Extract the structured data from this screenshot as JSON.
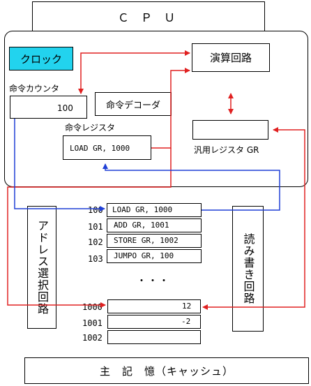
{
  "cpu": {
    "title": "Ｃ Ｐ Ｕ"
  },
  "clock": {
    "label": "クロック",
    "color": "#22d3ee"
  },
  "alu": {
    "label": "演算回路"
  },
  "program_counter": {
    "label": "命令カウンタ",
    "value": "100"
  },
  "decoder": {
    "label": "命令デコーダ"
  },
  "instruction_register": {
    "label": "命令レジスタ",
    "value": "LOAD GR, 1000"
  },
  "general_register": {
    "label": "汎用レジスタ GR",
    "value": ""
  },
  "address_selector": {
    "label": "アドレス選択回路"
  },
  "read_write": {
    "label": "読み書き回路"
  },
  "memory": {
    "label": "主　記　憶（キャッシュ）",
    "ellipsis": "・・・",
    "program": [
      {
        "address": "100",
        "content": "LOAD GR, 1000"
      },
      {
        "address": "101",
        "content": "ADD GR,  1001"
      },
      {
        "address": "102",
        "content": "STORE GR, 1002"
      },
      {
        "address": "103",
        "content": "JUMPO GR, 100"
      }
    ],
    "data": [
      {
        "address": "1000",
        "content": "12"
      },
      {
        "address": "1001",
        "content": "-2"
      },
      {
        "address": "1002",
        "content": ""
      }
    ]
  },
  "colors": {
    "control_signal": "#e02020",
    "address_data_bus": "#1f3fd6"
  }
}
